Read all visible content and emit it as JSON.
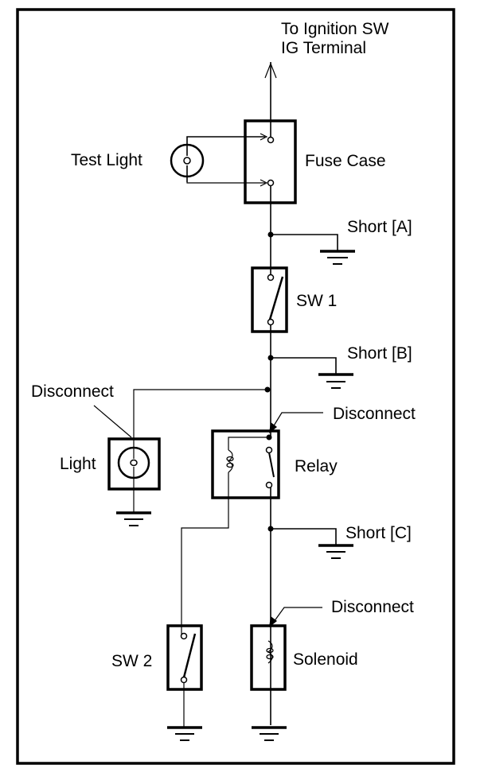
{
  "diagram": {
    "title": "Circuit short/open check diagram",
    "labels": {
      "ignition_line1": "To Ignition SW",
      "ignition_line2": "IG Terminal",
      "test_light": "Test Light",
      "fuse_case": "Fuse Case",
      "short_a": "Short [A]",
      "sw1": "SW 1",
      "short_b": "Short [B]",
      "disconnect_light": "Disconnect",
      "disconnect_relay": "Disconnect",
      "light": "Light",
      "relay": "Relay",
      "short_c": "Short [C]",
      "disconnect_solenoid": "Disconnect",
      "sw2": "SW 2",
      "solenoid": "Solenoid"
    },
    "components": [
      {
        "id": "fuse_case",
        "type": "fuse-case"
      },
      {
        "id": "test_light",
        "type": "lamp"
      },
      {
        "id": "sw1",
        "type": "switch"
      },
      {
        "id": "light",
        "type": "lamp"
      },
      {
        "id": "relay",
        "type": "relay"
      },
      {
        "id": "sw2",
        "type": "switch"
      },
      {
        "id": "solenoid",
        "type": "solenoid"
      },
      {
        "id": "ground_a",
        "type": "ground"
      },
      {
        "id": "ground_b",
        "type": "ground"
      },
      {
        "id": "ground_c",
        "type": "ground"
      },
      {
        "id": "ground_light",
        "type": "ground"
      },
      {
        "id": "ground_sw2",
        "type": "ground"
      },
      {
        "id": "ground_solenoid",
        "type": "ground"
      }
    ]
  }
}
